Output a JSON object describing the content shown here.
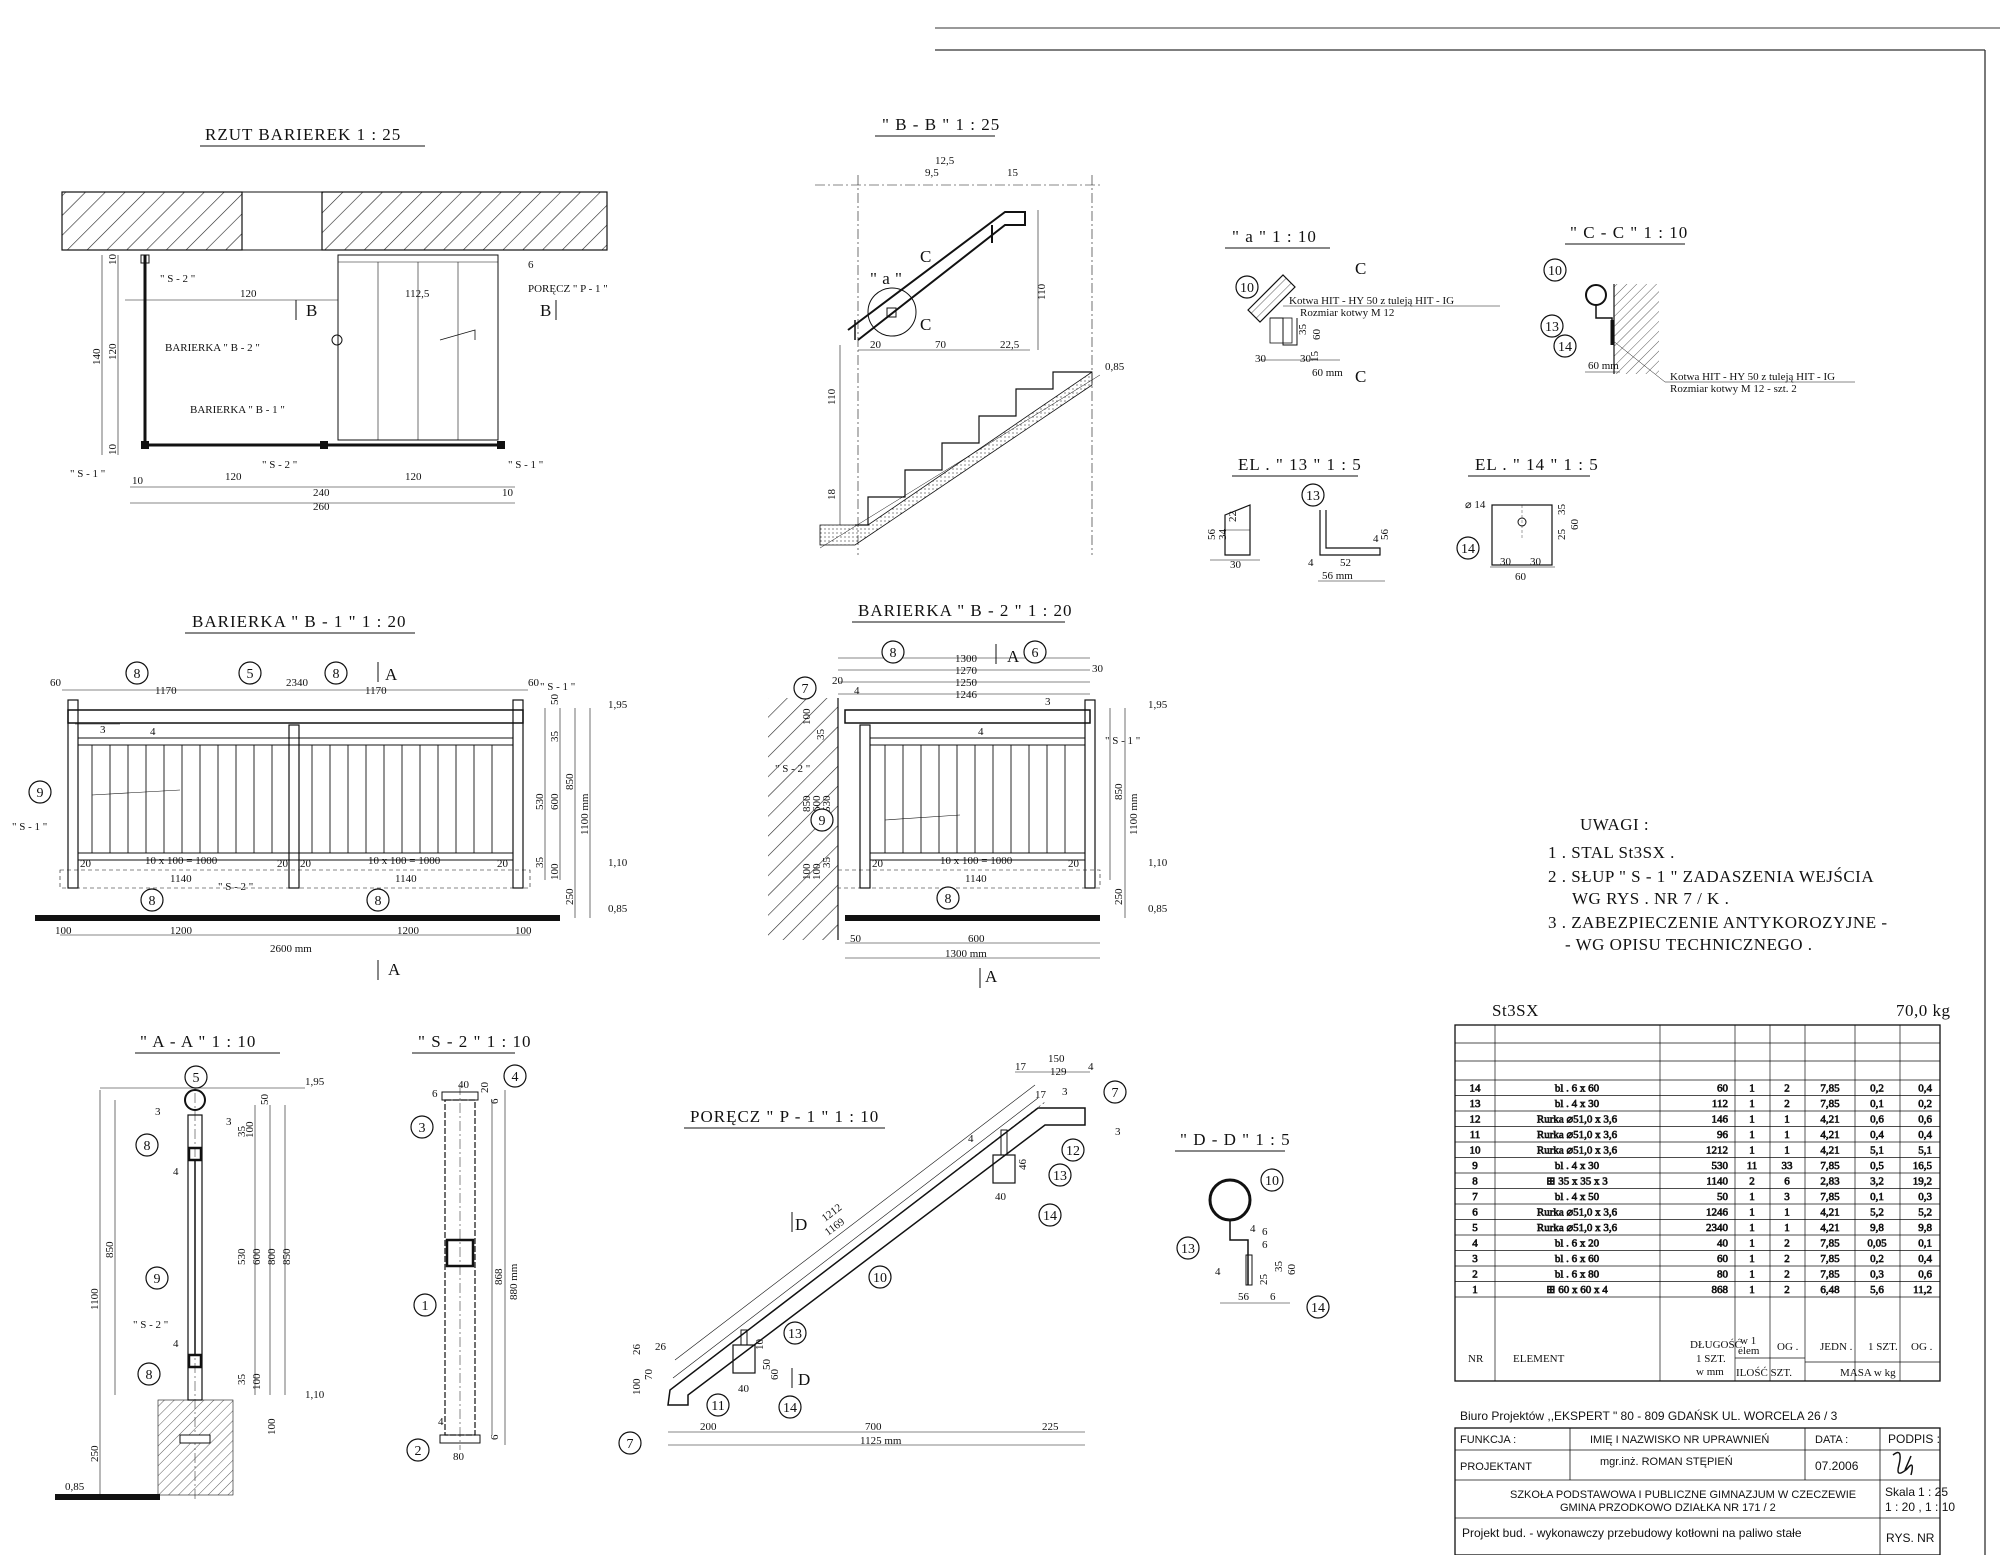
{
  "titles": {
    "rzut": "RZUT BARIEREK 1 : 25",
    "bb": "\" B - B \" 1 : 25",
    "a": "\" a \" 1 : 10",
    "cc": "\" C - C \" 1 : 10",
    "el13": "EL . \" 13 \" 1 : 5",
    "el14": "EL . \" 14 \" 1 : 5",
    "b1": "BARIERKA \" B - 1 \" 1 : 20",
    "b2": "BARIERKA \" B - 2 \" 1 : 20",
    "aa": "\" A - A \" 1 : 10",
    "s2": "\" S - 2 \" 1 : 10",
    "p1": "PORĘCZ \" P - 1 \" 1 : 10",
    "dd": "\" D - D \" 1 : 5"
  },
  "labels": {
    "s2": "\" S - 2 \"",
    "s1": "\" S - 1 \"",
    "barierka_b2": "BARIERKA \" B - 2 \"",
    "barierka_b1": "BARIERKA \" B - 1 \"",
    "porecz_p1": "PORĘCZ \" P - 1 \"",
    "kotwa1": "Kotwa HIT - HY 50 z tuleją HIT - IG",
    "kotwa1b": "Rozmiar kotwy M 12",
    "kotwa2": "Kotwa HIT - HY 50 z tuleją HIT - IG",
    "kotwa2b": "Rozmiar kotwy M 12 - szt. 2",
    "section_a": "A",
    "section_b": "B",
    "section_c": "C",
    "section_d": "D",
    "detail_a": "\" a \""
  },
  "rzut_dims": {
    "d10a": "10",
    "d120a": "120",
    "d112": "112,5",
    "d6": "6",
    "d140": "140",
    "d120v": "120",
    "d10v": "10",
    "d10b": "10",
    "d120b": "120",
    "d240": "240",
    "d120c": "120",
    "d10c": "10",
    "d260": "260"
  },
  "bb_dims": {
    "d125": "12,5",
    "d95": "9,5",
    "d15": "15",
    "d110": "110",
    "d20": "20",
    "d70": "70",
    "d225": "22,5",
    "d110b": "110",
    "d18": "18",
    "lvl": "0,85"
  },
  "a_dims": {
    "d30": "30",
    "d30b": "30",
    "d35": "35",
    "d60": "60",
    "d60mm": "60 mm",
    "d15": "15"
  },
  "cc_dims": {
    "d60mm": "60 mm"
  },
  "el13_dims": {
    "d56": "56",
    "d34": "34",
    "d22": "22",
    "d30": "30",
    "d52": "52",
    "d4": "4",
    "d4b": "4",
    "d56b": "56",
    "d56mm": "56 mm"
  },
  "el14_dims": {
    "d14": "⌀ 14",
    "d25": "25",
    "d35": "35",
    "d60": "60",
    "d30a": "30",
    "d30b": "30",
    "d60b": "60"
  },
  "b1_dims": {
    "d60a": "60",
    "d1170a": "1170",
    "d2340": "2340",
    "d1170b": "1170",
    "d60b": "60",
    "d3": "3",
    "d4": "4",
    "d20": "20",
    "d50": "50",
    "d35": "35",
    "d530": "530",
    "d600": "600",
    "d850": "850",
    "d1100": "1100 mm",
    "d10x100a": "10 x 100 = 1000",
    "d10x100b": "10 x 100 = 1000",
    "d1140a": "1140",
    "d1140b": "1140",
    "d35b": "35",
    "d100": "100",
    "d250": "250",
    "d100a": "100",
    "d1200a": "1200",
    "d1200b": "1200",
    "d100b": "100",
    "d2600": "2600 mm",
    "lvl195": "1,95",
    "lvl110": "1,10",
    "lvl085": "0,85",
    "d20b": "20",
    "d20c": "20",
    "d20d": "20",
    "d20e": "20"
  },
  "b2_dims": {
    "d1300": "1300",
    "d1270": "1270",
    "d1250": "1250",
    "d1246": "1246",
    "d30": "30",
    "d20": "20",
    "d4": "4",
    "d3": "3",
    "d100": "100",
    "d35": "35",
    "d850": "850",
    "d600": "600",
    "d530": "530",
    "d1100": "1100 mm",
    "d10x100": "10 x 100 = 1000",
    "d1140": "1140",
    "d250": "250",
    "d850b": "850",
    "d50": "50",
    "d600b": "600",
    "d1300b": "1300 mm",
    "lvl195": "1,95",
    "lvl110": "1,10",
    "lvl085": "0,85",
    "d20b": "20",
    "d35b": "35",
    "d100b": "100",
    "d100c": "100",
    "d20c": "20"
  },
  "aa_dims": {
    "d3": "3",
    "d35": "35",
    "d4": "4",
    "d50": "50",
    "d100": "100",
    "d530": "530",
    "d600": "600",
    "d800": "800",
    "d850": "850",
    "d850b": "850",
    "d1100": "1100",
    "d35b": "35",
    "d100b": "100",
    "d100c": "100",
    "d250": "250",
    "lvl195": "1,95",
    "lvl110": "1,10",
    "lvl085": "0,85",
    "d3b": "3",
    "d4b": "4"
  },
  "s2_dims": {
    "d6": "6",
    "d40": "40",
    "d20": "20",
    "d868": "868",
    "d880": "880 mm",
    "d4": "4",
    "d80": "80",
    "d6b": "6",
    "d6c": "6"
  },
  "p1_dims": {
    "d150": "150",
    "d17": "17",
    "d129": "129",
    "d4": "4",
    "d1212": "1212",
    "d1169": "1169",
    "d3": "3",
    "d4b": "4",
    "d40": "40",
    "d100": "100",
    "d70": "70",
    "d26": "26",
    "d26b": "26",
    "d200": "200",
    "d700": "700",
    "d225": "225",
    "d1125": "1125 mm",
    "d3b": "3",
    "d46": "46",
    "d60": "60",
    "d50": "50",
    "d10": "10",
    "d40b": "40"
  },
  "dd_dims": {
    "d6": "6",
    "d6b": "6",
    "d4": "4",
    "d25": "25",
    "d60": "60",
    "d56": "56",
    "d6c": "6",
    "d4b": "4",
    "d35": "35"
  },
  "notes": {
    "heading": "UWAGI :",
    "items": [
      "1 . STAL St3SX .",
      "2 . SŁUP \" S - 1 \" ZADASZENIA WEJŚCIA",
      "WG RYS . NR 7 / K .",
      "3 . ZABEZPIECZENIE ANTYKOROZYJNE -",
      "- WG OPISU TECHNICZNEGO ."
    ]
  },
  "parts_table": {
    "material": "St3SX",
    "total_mass": "70,0 kg",
    "rows": [
      [
        "14",
        "bl . 6 x 60",
        "60",
        "1",
        "2",
        "7,85",
        "0,2",
        "0,4"
      ],
      [
        "13",
        "bl . 4 x 30",
        "112",
        "1",
        "2",
        "7,85",
        "0,1",
        "0,2"
      ],
      [
        "12",
        "Rurka ⌀51,0 x 3,6",
        "146",
        "1",
        "1",
        "4,21",
        "0,6",
        "0,6"
      ],
      [
        "11",
        "Rurka ⌀51,0 x 3,6",
        "96",
        "1",
        "1",
        "4,21",
        "0,4",
        "0,4"
      ],
      [
        "10",
        "Rurka ⌀51,0 x 3,6",
        "1212",
        "1",
        "1",
        "4,21",
        "5,1",
        "5,1"
      ],
      [
        "9",
        "bl . 4 x 30",
        "530",
        "11",
        "33",
        "7,85",
        "0,5",
        "16,5"
      ],
      [
        "8",
        "⊞ 35 x 35 x 3",
        "1140",
        "2",
        "6",
        "2,83",
        "3,2",
        "19,2"
      ],
      [
        "7",
        "bl . 4 x 50",
        "50",
        "1",
        "3",
        "7,85",
        "0,1",
        "0,3"
      ],
      [
        "6",
        "Rurka ⌀51,0 x 3,6",
        "1246",
        "1",
        "1",
        "4,21",
        "5,2",
        "5,2"
      ],
      [
        "5",
        "Rurka ⌀51,0 x 3,6",
        "2340",
        "1",
        "1",
        "4,21",
        "9,8",
        "9,8"
      ],
      [
        "4",
        "bl . 6 x 20",
        "40",
        "1",
        "2",
        "7,85",
        "0,05",
        "0,1"
      ],
      [
        "3",
        "bl . 6 x 60",
        "60",
        "1",
        "2",
        "7,85",
        "0,2",
        "0,4"
      ],
      [
        "2",
        "bl . 6 x 80",
        "80",
        "1",
        "2",
        "7,85",
        "0,3",
        "0,6"
      ],
      [
        "1",
        "⊞ 60 x 60 x 4",
        "868",
        "1",
        "2",
        "6,48",
        "5,6",
        "11,2"
      ]
    ],
    "header": {
      "nr": "NR",
      "element": "ELEMENT",
      "dlugosc": "DŁUGOŚĆ",
      "szt1": "1 SZT.",
      "wmm": "w mm",
      "w1": "w 1",
      "elem": "elem",
      "og": "OG .",
      "ilosc": "ILOŚĆ SZT.",
      "jedn": "JEDN .",
      "szt": "1 SZT.",
      "og2": "OG .",
      "masa": "MASA w kg"
    }
  },
  "title_block": {
    "office": "Biuro Projektów ,,EKSPERT \"      80 - 809 GDAŃSK UL. WORCELA 26 / 3",
    "funkcja": "FUNKCJA :",
    "imie": "IMIĘ I NAZWISKO NR UPRAWNIEŃ",
    "data_lbl": "DATA :",
    "podpis": "PODPIS :",
    "projektant": "PROJEKTANT",
    "name": "mgr.inż. ROMAN  STĘPIEŃ",
    "date": "07.2006",
    "school1": "SZKOŁA PODSTAWOWA I PUBLICZNE GIMNAZJUM W CZECZEWIE",
    "school2": "GMINA PRZODKOWO DZIAŁKA NR 171 / 2",
    "project": "Projekt bud. - wykonawczy przebudowy kotłowni na paliwo stałe",
    "skala_lbl": "Skala",
    "skala1": "1 : 25",
    "skala2": "1 : 20 , 1 : 10",
    "rys": "RYS. NR"
  }
}
